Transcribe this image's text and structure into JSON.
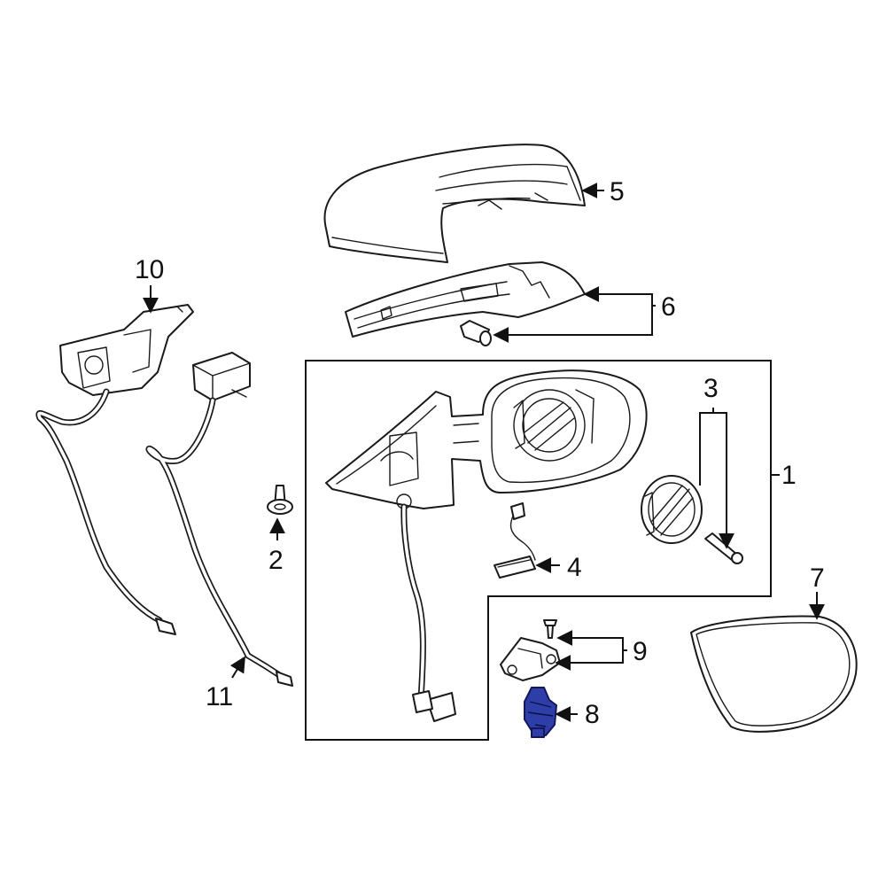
{
  "callouts": {
    "c1": "1",
    "c2": "2",
    "c3": "3",
    "c4": "4",
    "c5": "5",
    "c6": "6",
    "c7": "7",
    "c8": "8",
    "c9": "9",
    "c10": "10",
    "c11": "11"
  },
  "highlight_color": "#2e3ea8",
  "highlighted_part": "8"
}
